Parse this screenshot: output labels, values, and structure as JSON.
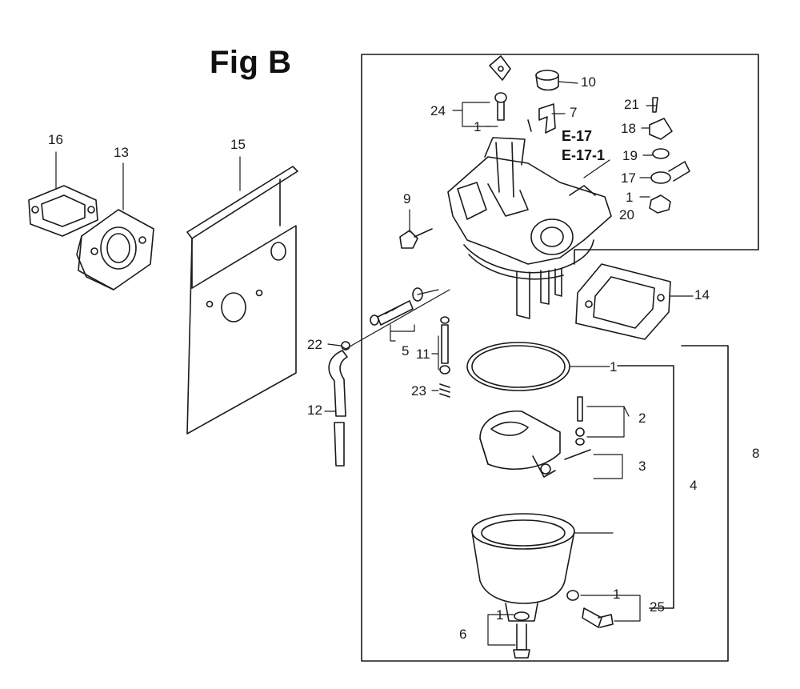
{
  "figure": {
    "title": "Fig B",
    "references": [
      "E-17",
      "E-17-1"
    ],
    "callouts": [
      "16",
      "13",
      "15",
      "24",
      "1",
      "10",
      "7",
      "21",
      "18",
      "19",
      "17",
      "1",
      "20",
      "9",
      "14",
      "22",
      "5",
      "11",
      "23",
      "12",
      "1",
      "2",
      "3",
      "4",
      "8",
      "1",
      "25",
      "1",
      "6"
    ]
  },
  "colors": {
    "line": "#1a1a1a",
    "background": "#ffffff"
  }
}
